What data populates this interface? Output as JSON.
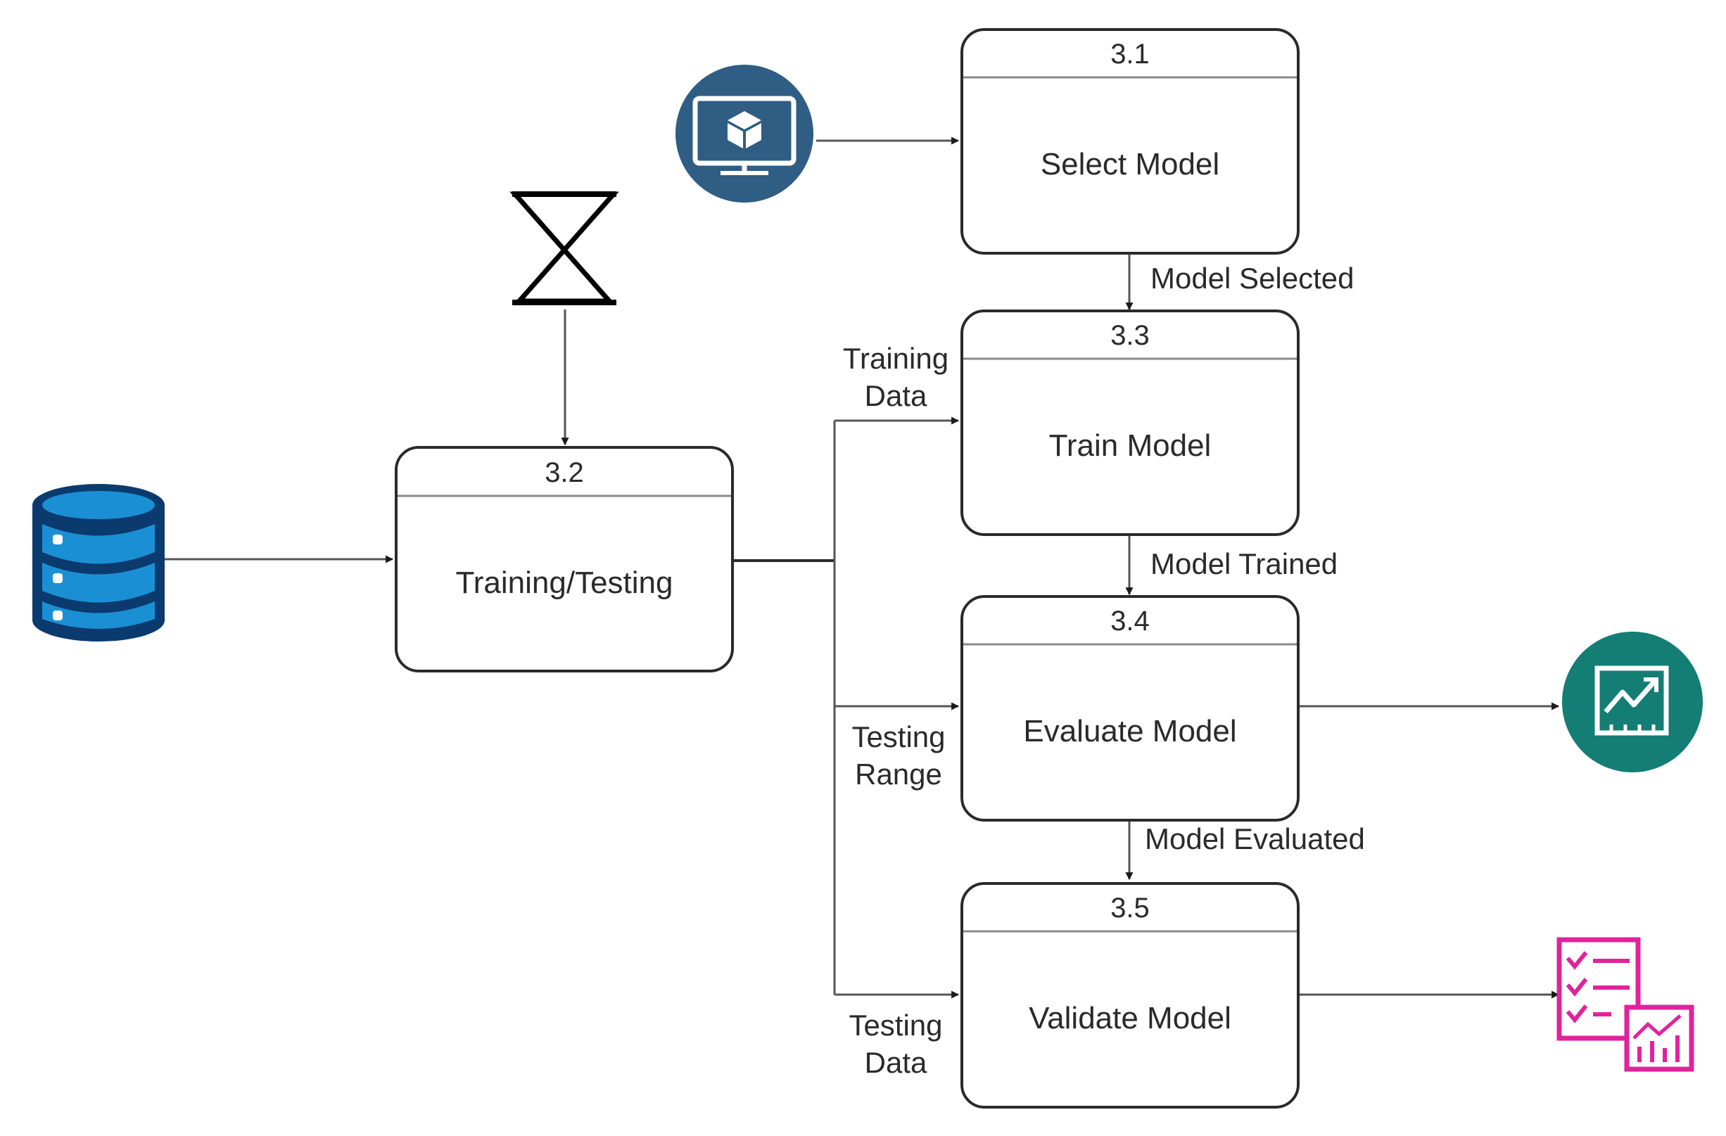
{
  "processes": [
    {
      "id": "3.1",
      "name": "Select Model"
    },
    {
      "id": "3.2",
      "name": "Training/Testing"
    },
    {
      "id": "3.3",
      "name": "Train Model"
    },
    {
      "id": "3.4",
      "name": "Evaluate Model"
    },
    {
      "id": "3.5",
      "name": "Validate Model"
    }
  ],
  "flows": {
    "model_selected": "Model Selected",
    "model_trained": "Model Trained",
    "model_evaluated": "Model Evaluated",
    "training_data": [
      "Training",
      "Data"
    ],
    "testing_range": [
      "Testing",
      "Range"
    ],
    "testing_data": [
      "Testing",
      "Data"
    ]
  },
  "icons": {
    "data_source": "database-icon",
    "model_source": "computer-model-icon",
    "timer": "hourglass-icon",
    "evaluation_output": "analytics-chart-icon",
    "validation_output": "checklist-report-icon"
  },
  "colors": {
    "database": "#1b8fd4",
    "database_outline": "#0b3a6e",
    "model_source": "#2f5d84",
    "analytics": "#147d74",
    "report": "#e0239c"
  }
}
